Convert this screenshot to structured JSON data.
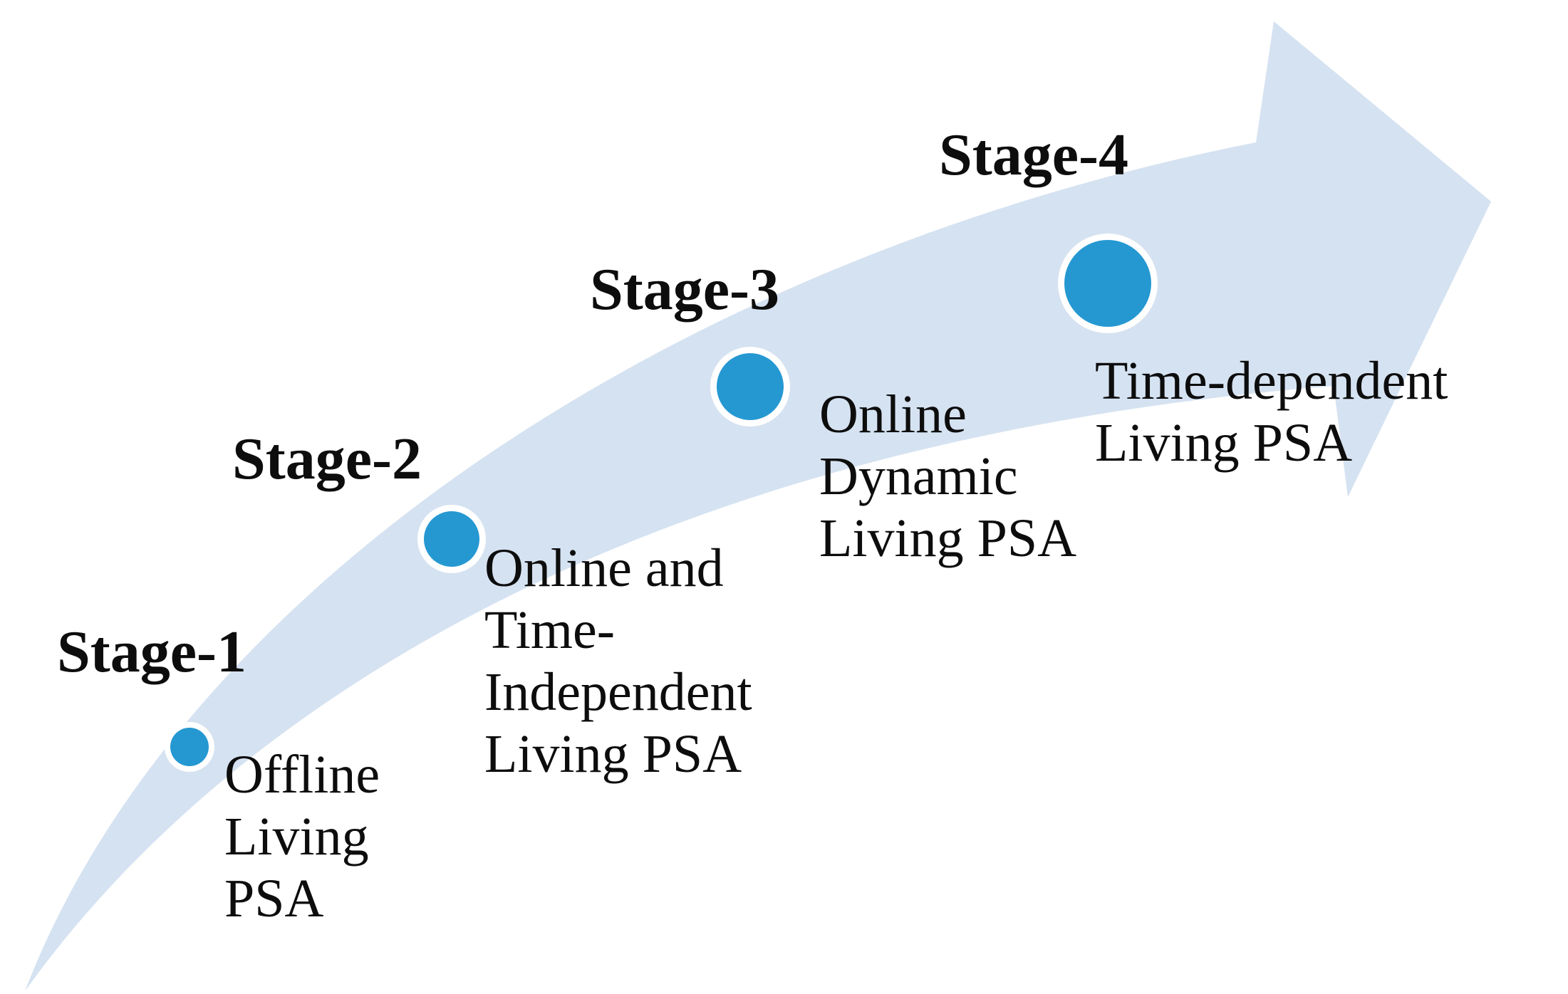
{
  "figure": {
    "type": "staged-growth-arrow-diagram",
    "stage_count": 4
  },
  "colors": {
    "arrow": "#d5e2f1",
    "marker": "#2598d2",
    "marker_ring": "#ffffff",
    "text": "#0d0d0d",
    "background": "#ffffff"
  },
  "stages": [
    {
      "label": "Stage-1",
      "description": [
        "Offline",
        "Living",
        "PSA"
      ]
    },
    {
      "label": "Stage-2",
      "description": [
        "Online and",
        "Time-",
        "Independent",
        "Living PSA"
      ]
    },
    {
      "label": "Stage-3",
      "description": [
        "Online",
        "Dynamic",
        "Living PSA"
      ]
    },
    {
      "label": "Stage-4",
      "description": [
        "Time-dependent",
        "Living PSA"
      ]
    }
  ]
}
